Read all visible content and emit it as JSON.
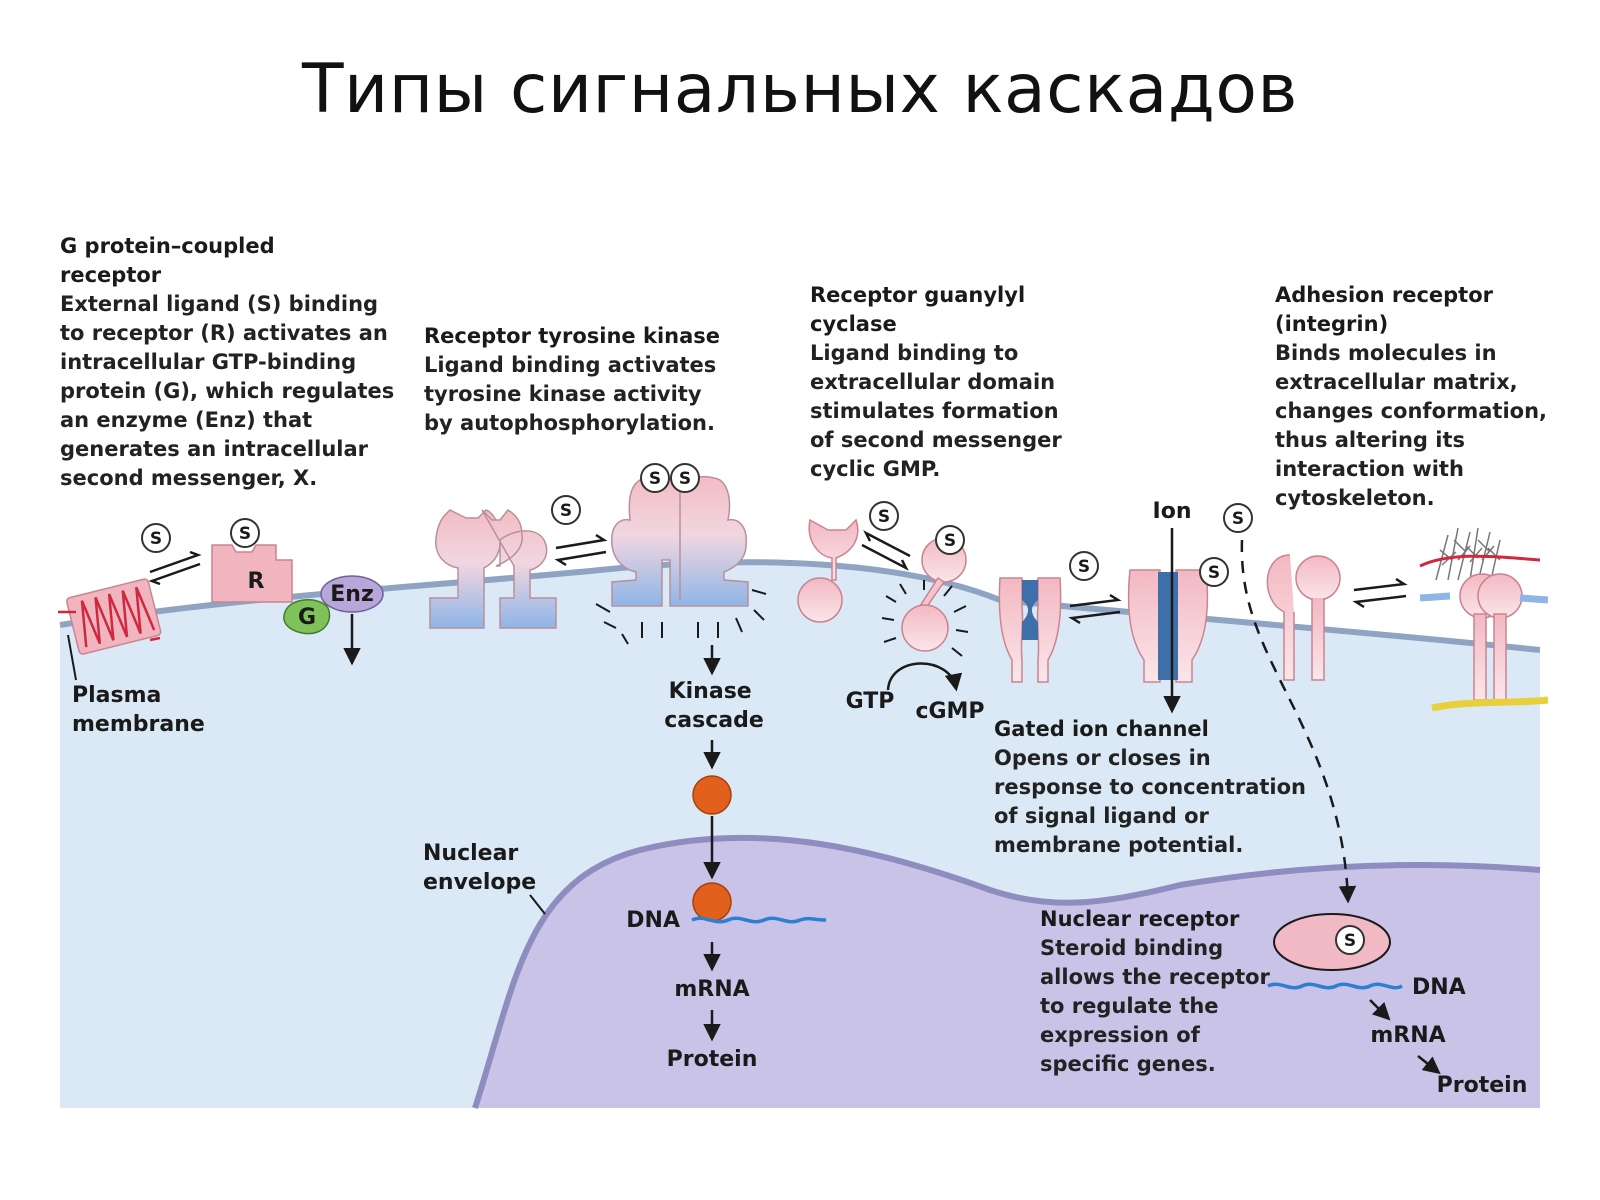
{
  "title": "Типы сигнальных каскадов",
  "colors": {
    "cytoplasm": "#dbe9f7",
    "membrane": "#8ea4c2",
    "nucleus": "#c9c3e8",
    "nuclear_envelope": "#8f8cbf",
    "receptor_pink": "#f0b9c3",
    "receptor_blue": "#8eb5e6",
    "g_protein": "#7fc15a",
    "enzyme": "#b7a7d8",
    "nucleus_dot": "#e0601c",
    "dna": "#2f7fd0",
    "cytoskeleton": "#d0283c"
  },
  "sections": {
    "gpcr": {
      "heading": [
        "G protein–coupled",
        "receptor"
      ],
      "body": [
        "External ligand (S) binding",
        "to receptor (R) activates an",
        "intracellular GTP-binding",
        "protein (G), which regulates",
        "an enzyme (Enz) that",
        "generates an intracellular",
        "second messenger, X."
      ]
    },
    "rtk": {
      "heading": [
        "Receptor tyrosine kinase"
      ],
      "body": [
        "Ligand binding activates",
        "tyrosine kinase activity",
        "by autophosphorylation."
      ]
    },
    "rgc": {
      "heading": [
        "Receptor guanylyl",
        "cyclase"
      ],
      "body": [
        "Ligand binding to",
        "extracellular domain",
        "stimulates formation",
        "of second messenger",
        "cyclic GMP."
      ]
    },
    "adhesion": {
      "heading": [
        "Adhesion receptor",
        "(integrin)"
      ],
      "body": [
        "Binds molecules in",
        "extracellular matrix,",
        "changes conformation,",
        "thus altering its",
        "interaction with",
        "cytoskeleton."
      ]
    },
    "ion": {
      "heading": [
        "Gated ion channel"
      ],
      "body": [
        "Opens or closes in",
        "response to concentration",
        "of signal ligand or",
        "membrane potential."
      ]
    },
    "nuclear": {
      "heading": [
        "Nuclear receptor"
      ],
      "body": [
        "Steroid binding",
        "allows the receptor",
        "to regulate the",
        "expression of",
        "specific genes."
      ]
    }
  },
  "labels": {
    "ligand": "S",
    "receptor": "R",
    "g_protein": "G",
    "enzyme": "Enz",
    "plasma_membrane": [
      "Plasma",
      "membrane"
    ],
    "kinase_cascade": [
      "Kinase",
      "cascade"
    ],
    "nuclear_envelope": [
      "Nuclear",
      "envelope"
    ],
    "dna": "DNA",
    "mrna": "mRNA",
    "protein": "Protein",
    "gtp": "GTP",
    "cgmp": "cGMP",
    "ion": "Ion"
  }
}
